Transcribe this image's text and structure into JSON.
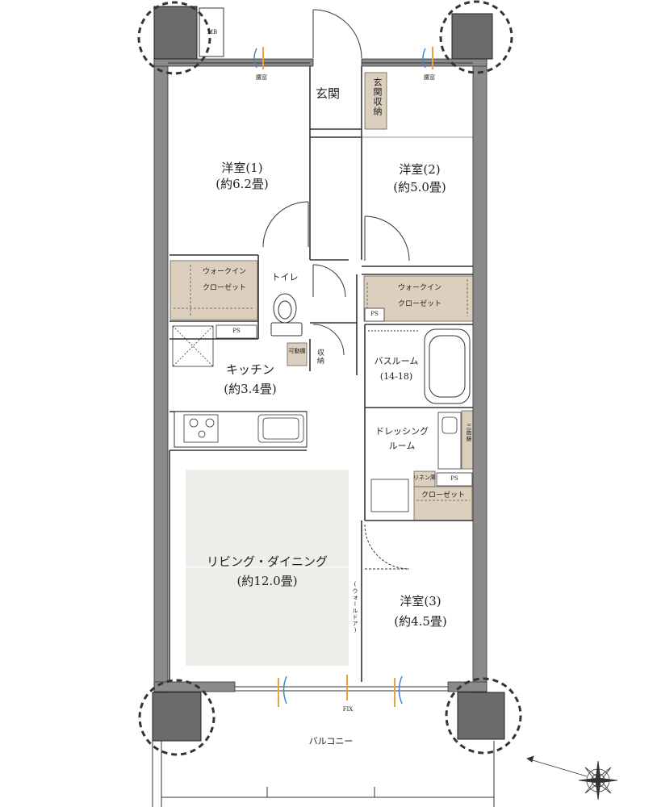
{
  "rooms": {
    "west1": {
      "name": "洋室(1)",
      "size": "(約6.2畳)"
    },
    "west2": {
      "name": "洋室(2)",
      "size": "(約5.0畳)"
    },
    "west3": {
      "name": "洋室(3)",
      "size": "(約4.5畳)"
    },
    "kitchen": {
      "name": "キッチン",
      "size": "(約3.4畳)"
    },
    "living": {
      "name": "リビング・ダイニング",
      "size": "(約12.0畳)"
    },
    "bath": {
      "name": "バスルーム",
      "size": "(14-18)"
    },
    "dressing": {
      "name1": "ドレッシング",
      "name2": "ルーム"
    },
    "toilet": "トイレ",
    "entrance": "玄関",
    "entrance_storage": "玄関収納",
    "balcony": "バルコニー"
  },
  "labels": {
    "wic1_line1": "ウォークイン",
    "wic1_line2": "クローゼット",
    "wic2_line1": "ウォークイン",
    "wic2_line2": "クローゼット",
    "closet": "クローゼット",
    "linen": "リネン庫",
    "movable_shelf": "可動棚",
    "storage": "収納",
    "wall_door": "(ウォールドア)",
    "mirror": "三面鏡",
    "ps_kitchen": "PS",
    "ps_wic2": "PS",
    "ps_dressing": "PS",
    "mb": "MB",
    "window_left": "腰窓",
    "window_right": "腰窓",
    "fix": "FIX"
  },
  "colors": {
    "wall": "#8a8a8a",
    "storage_fill": "#dccfbd",
    "living_fill": "#efedea",
    "accent": "#e8a33c",
    "window_blue": "#4a86c5",
    "dash_circle": "#2e3440",
    "column": "#6b6b6b"
  },
  "icons": [
    "compass-rose-icon",
    "gas-stove-icon",
    "sink-icon",
    "toilet-icon",
    "bathtub-icon",
    "washing-machine-icon"
  ]
}
